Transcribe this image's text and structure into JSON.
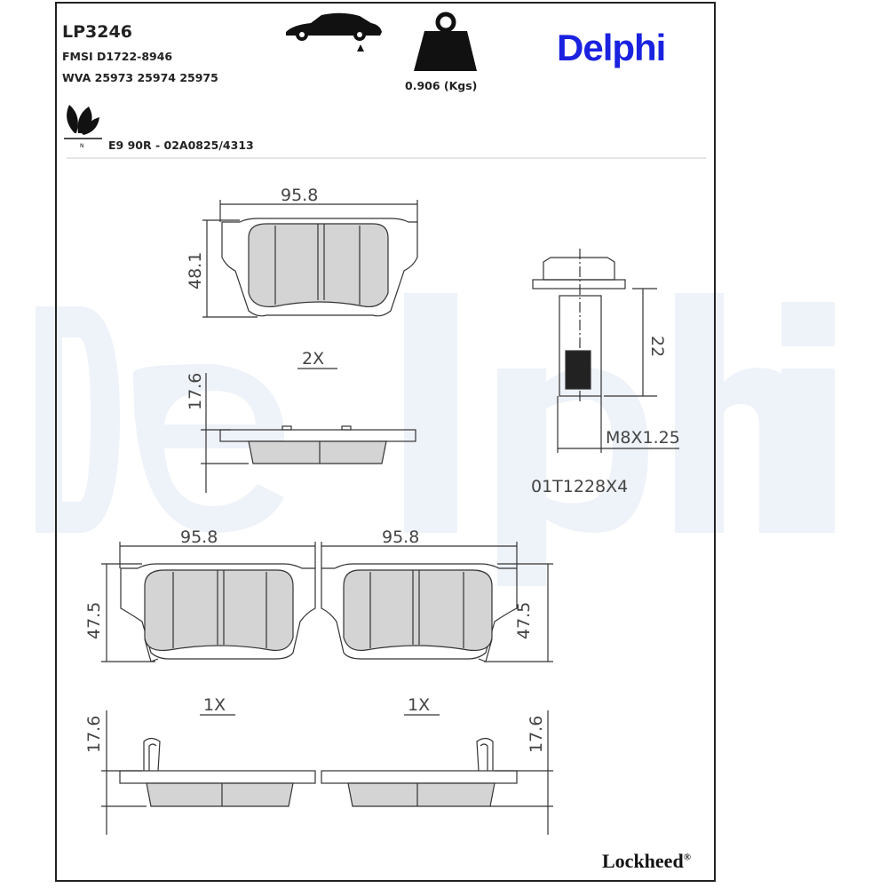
{
  "header": {
    "part_number": "LP3246",
    "fmsi": "FMSI D1722-8946",
    "wva": "WVA 25973 25974 25975",
    "weight": "0.906 (Kgs)",
    "approval": "E9 90R - 02A0825/4313",
    "brand": "Delphi",
    "brand_color": "#1a22e0",
    "eco_label": "N"
  },
  "drawing": {
    "top_pad": {
      "width": "95.8",
      "height": "48.1",
      "qty": "2X",
      "thickness": "17.6"
    },
    "bolt": {
      "length": "22",
      "thread": "M8X1.25",
      "code": "01T1228X4"
    },
    "left_pad": {
      "width": "95.8",
      "height": "47.5",
      "qty": "1X",
      "thickness": "17.6"
    },
    "right_pad": {
      "width": "95.8",
      "height": "47.5",
      "qty": "1X",
      "thickness": "17.6"
    }
  },
  "footer": {
    "brand": "Lockheed",
    "mark": "®"
  },
  "watermark": "Delphi"
}
